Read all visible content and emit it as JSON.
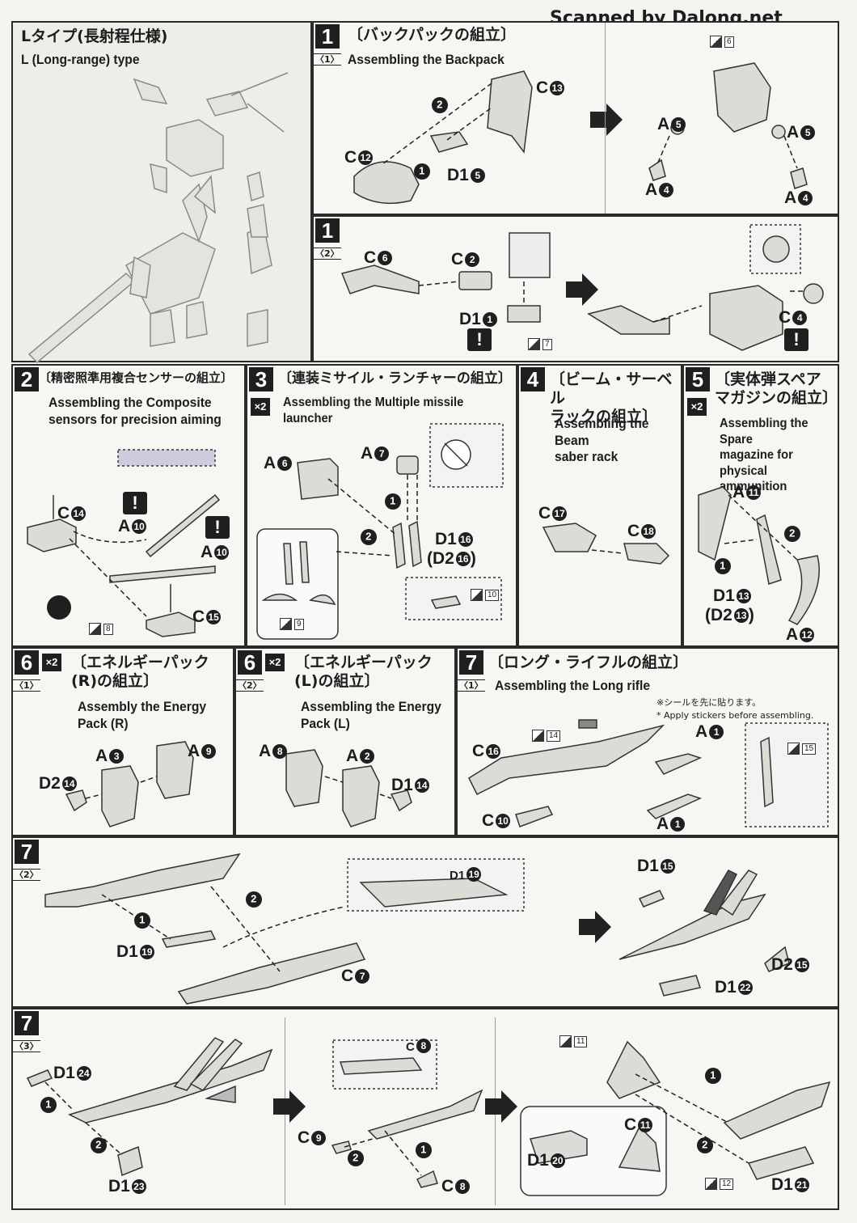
{
  "watermark": "Scanned by Dalong.net",
  "intro": {
    "title_jp": "Lタイプ(長射程仕様)",
    "title_en": "L (Long-range) type"
  },
  "step1_1": {
    "num": "1",
    "sub": "〈1〉",
    "title_jp": "〔バックパックの組立〕",
    "title_en": "Assembling the Backpack",
    "labels": [
      "C",
      "C",
      "D1",
      "A",
      "A",
      "A",
      "A"
    ],
    "nums": [
      "13",
      "12",
      "5",
      "5",
      "5",
      "4",
      "4"
    ],
    "order": [
      "2",
      "1"
    ],
    "sticker": "6"
  },
  "step1_2": {
    "num": "1",
    "sub": "〈2〉",
    "labels": [
      "C",
      "C",
      "D1",
      "C"
    ],
    "nums": [
      "6",
      "2",
      "1",
      "4"
    ],
    "sticker": "7"
  },
  "step2": {
    "num": "2",
    "title_jp": "〔精密照準用複合センサーの組立〕",
    "title_en": "Assembling the Composite\nsensors for precision aiming",
    "labels": [
      "C",
      "A",
      "A",
      "C"
    ],
    "nums": [
      "14",
      "10",
      "10",
      "15"
    ],
    "sticker": "8"
  },
  "step3": {
    "num": "3",
    "x2": "×2",
    "title_jp": "〔連装ミサイル・ランチャーの組立〕",
    "title_en": "Assembling the Multiple missile launcher",
    "labels": [
      "A",
      "A",
      "D1"
    ],
    "nums": [
      "6",
      "7",
      "16"
    ],
    "alt": "(D2",
    "alt_num": "16",
    "alt_close": ")",
    "order": [
      "1",
      "2"
    ],
    "stickers": [
      "9",
      "10"
    ]
  },
  "step4": {
    "num": "4",
    "title_jp": "〔ビーム・サーベル\nラックの組立〕",
    "title_en": "Assembling the Beam\nsaber rack",
    "labels": [
      "C",
      "C"
    ],
    "nums": [
      "17",
      "18"
    ]
  },
  "step5": {
    "num": "5",
    "x2": "×2",
    "title_jp": "〔実体弾スペア\nマガジンの組立〕",
    "title_en": "Assembling the Spare\nmagazine for physical\nammunition",
    "labels": [
      "A",
      "D1",
      "A"
    ],
    "nums": [
      "11",
      "13",
      "12"
    ],
    "alt": "(D2",
    "alt_num": "13",
    "alt_close": ")",
    "order": [
      "2",
      "1"
    ]
  },
  "step6_1": {
    "num": "6",
    "x2": "×2",
    "sub": "〈1〉",
    "title_jp": "〔エネルギーパック\n(R)の組立〕",
    "title_en": "Assembly the Energy\nPack (R)",
    "labels": [
      "A",
      "A",
      "D2"
    ],
    "nums": [
      "3",
      "9",
      "14"
    ]
  },
  "step6_2": {
    "num": "6",
    "x2": "×2",
    "sub": "〈2〉",
    "title_jp": "〔エネルギーパック\n(L)の組立〕",
    "title_en": "Assembling the Energy\nPack (L)",
    "labels": [
      "A",
      "A",
      "D1"
    ],
    "nums": [
      "8",
      "2",
      "14"
    ]
  },
  "step7_1": {
    "num": "7",
    "sub": "〈1〉",
    "title_jp": "〔ロング・ライフルの組立〕",
    "title_en": "Assembling the Long rifle",
    "note_jp": "※シールを先に貼ります。",
    "note_en": "* Apply stickers before assembling.",
    "labels": [
      "C",
      "C",
      "A",
      "A"
    ],
    "nums": [
      "16",
      "10",
      "1",
      "1"
    ],
    "stickers": [
      "14",
      "15"
    ]
  },
  "step7_2": {
    "num": "7",
    "sub": "〈2〉",
    "labels": [
      "D1",
      "D1",
      "C",
      "D1",
      "D2",
      "D1"
    ],
    "nums": [
      "19",
      "19",
      "7",
      "15",
      "15",
      "22"
    ],
    "order": [
      "1",
      "2"
    ]
  },
  "step7_3": {
    "num": "7",
    "sub": "〈3〉",
    "labels": [
      "D1",
      "D1",
      "C",
      "C",
      "C",
      "C",
      "D1",
      "D1"
    ],
    "nums": [
      "24",
      "23",
      "8",
      "9",
      "8",
      "11",
      "20",
      "21"
    ],
    "order": [
      "1",
      "2",
      "1",
      "2",
      "1",
      "2"
    ],
    "stickers": [
      "11",
      "12"
    ]
  }
}
